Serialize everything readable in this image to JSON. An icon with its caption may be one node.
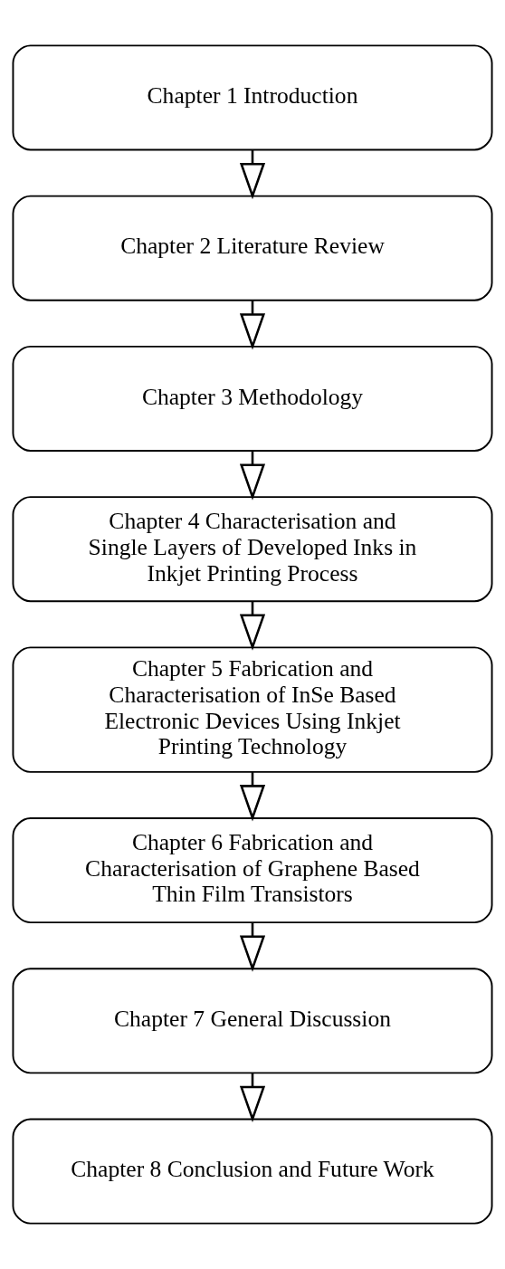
{
  "diagram": {
    "nodes": [
      {
        "text": [
          "Chapter 1 Introduction"
        ]
      },
      {
        "text": [
          "Chapter 2 Literature Review"
        ]
      },
      {
        "text": [
          "Chapter 3 Methodology"
        ]
      },
      {
        "text": [
          "Chapter 4 Characterisation and Single Layers of Developed Inks in Inkjet Printing Process"
        ]
      },
      {
        "text": [
          "Chapter 5 Fabrication and Characterisation of InSe Based Electronic Devices Using Inkjet Printing Technology"
        ]
      },
      {
        "text": [
          "Chapter 6 Fabrication and Characterisation of Graphene Based Thin Film Transistors"
        ]
      },
      {
        "text": [
          "Chapter 7 General Discussion"
        ]
      },
      {
        "text": [
          "Chapter 8 Conclusion and Future Work"
        ]
      }
    ],
    "edges": [
      {
        "from": 0,
        "to": 1,
        "arrow": "to"
      },
      {
        "from": 1,
        "to": 2,
        "arrow": "to"
      },
      {
        "from": 2,
        "to": 3,
        "arrow": "to"
      },
      {
        "from": 3,
        "to": 4,
        "arrow": "to"
      },
      {
        "from": 4,
        "to": 5,
        "arrow": "to"
      },
      {
        "from": 5,
        "to": 6,
        "arrow": "to"
      },
      {
        "from": 6,
        "to": 7,
        "arrow": "to"
      }
    ]
  }
}
